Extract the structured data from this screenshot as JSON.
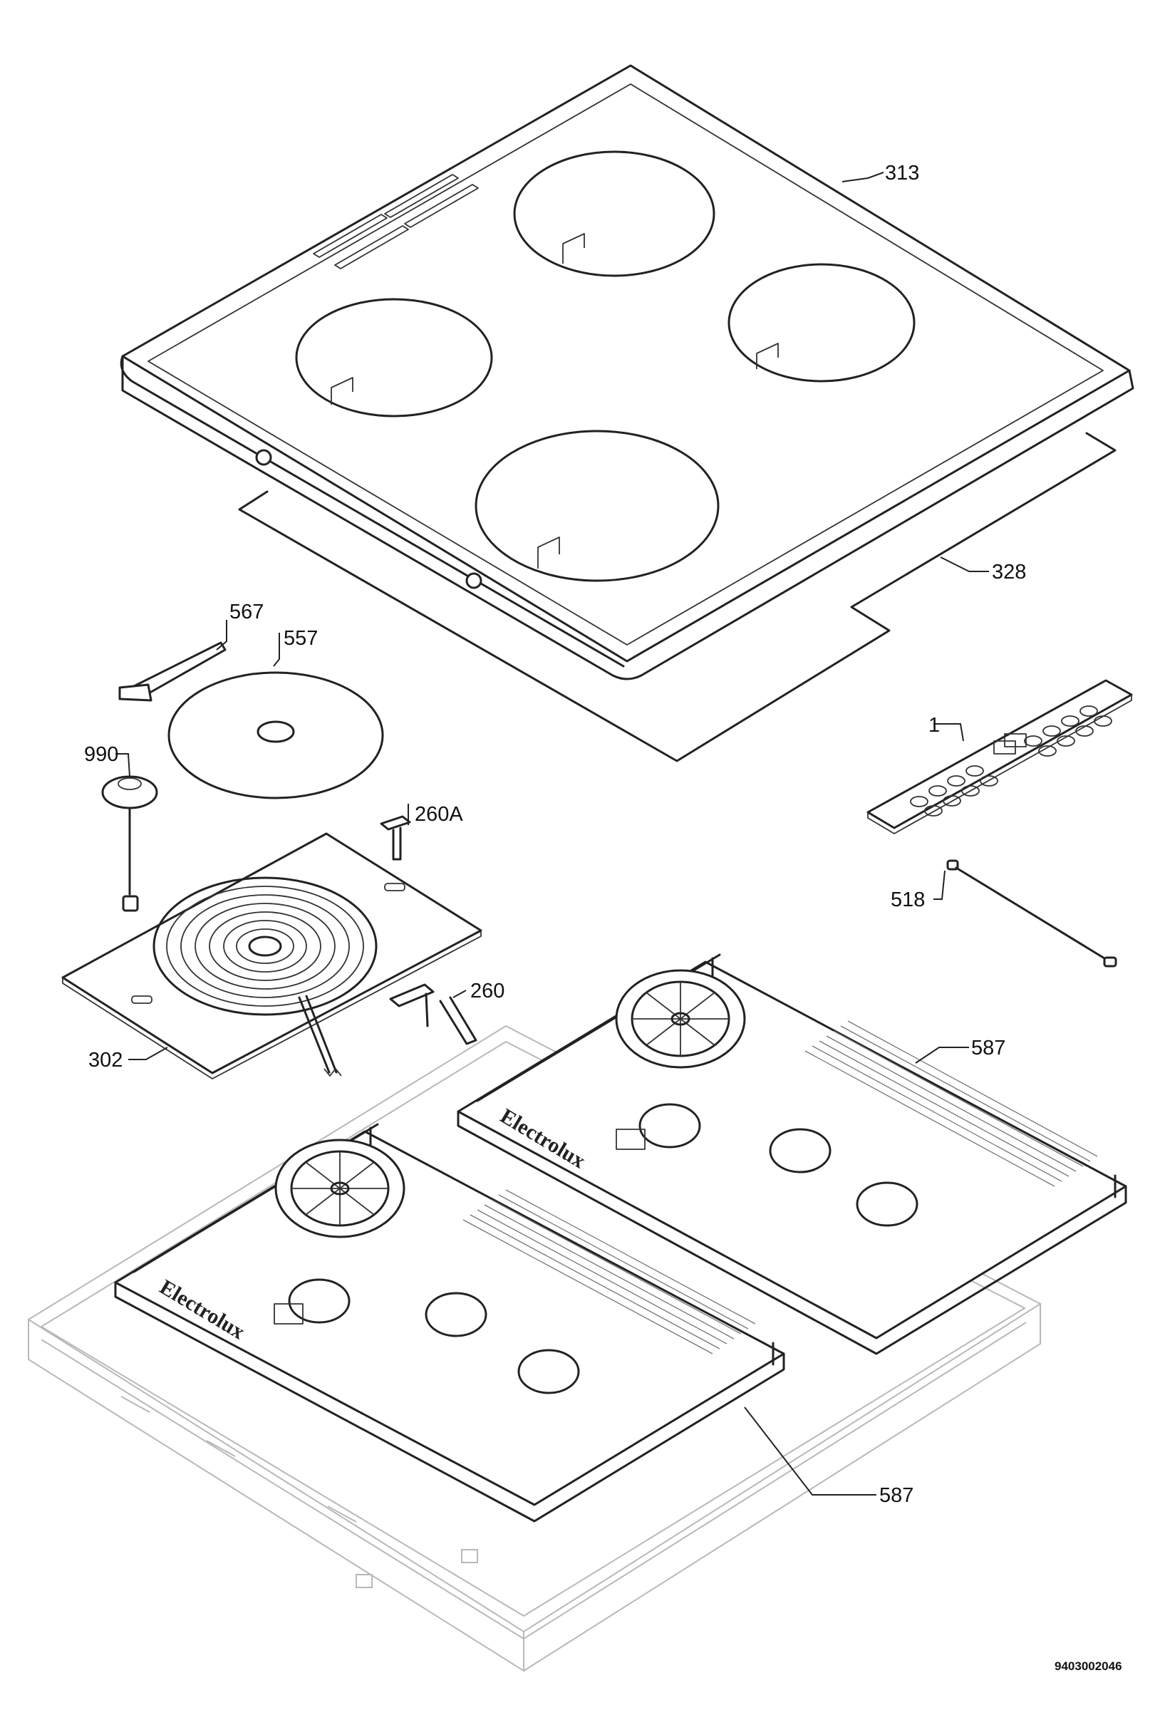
{
  "diagram": {
    "callouts": {
      "c313": "313",
      "c328": "328",
      "c567": "567",
      "c557": "557",
      "c1": "1",
      "c990": "990",
      "c260a": "260A",
      "c518": "518",
      "c260": "260",
      "c302": "302",
      "c587a": "587",
      "c587b": "587"
    },
    "brand_left": "Electrolux",
    "brand_right": "Electrolux",
    "document_code": "9403002046"
  }
}
